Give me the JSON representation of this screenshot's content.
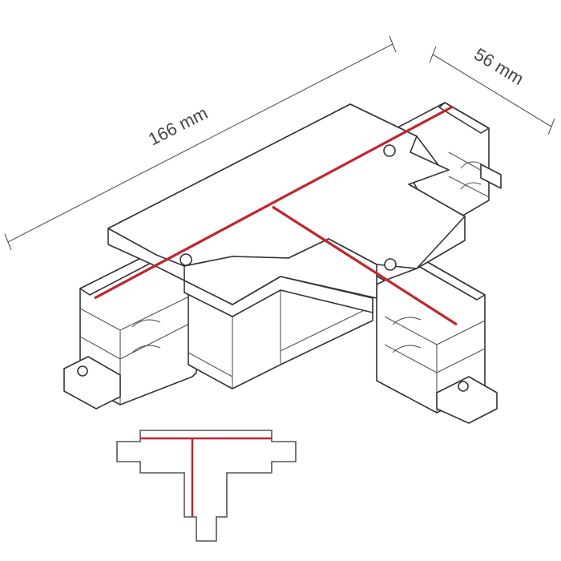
{
  "dimensions": {
    "length_label": "166 mm",
    "width_label": "56 mm"
  },
  "colors": {
    "outline": "#333333",
    "conductor_line": "#c0262d"
  },
  "icons": [
    "t-connector-isometric-drawing",
    "t-connector-top-view-icon"
  ]
}
